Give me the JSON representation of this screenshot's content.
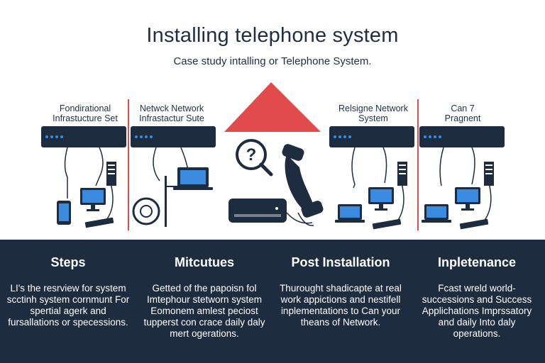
{
  "header": {
    "title": "Installing telephone system",
    "subtitle": "Case study intalling or Telephone System."
  },
  "diagram": {
    "labels": [
      "Fondirational\nInfrastucture Set",
      "Netwck Network\nInfrastactur Sute",
      "Relsigne Network\nSystem",
      "Can 7\nPragnent"
    ],
    "icons": [
      "server-icon",
      "laptop-icon",
      "monitor-icon",
      "phone-icon",
      "router-icon",
      "magnifier-question-icon",
      "telephone-handset-icon",
      "warning-triangle-icon",
      "dial-icon",
      "keyboard-icon"
    ],
    "colors": {
      "accent": "#e24b4b",
      "navy": "#1e2c40",
      "dot": "#3a8be0"
    }
  },
  "sections": [
    {
      "heading": "Steps",
      "text": "LI's the resrview for system scctinh system cornmunt For spertial agerk and fursallations or specessions."
    },
    {
      "heading": "Mitcutues",
      "text": "Getted of the papoisn fol Imtephour stetworn system Eomonem amlest peciost tupperst con crace daily daly mert ogerations."
    },
    {
      "heading": "Post Installation",
      "text": "Thurought shadicapte at real work appictions and nestifell inplementations to Can your theans of Network."
    },
    {
      "heading": "Inpletenance",
      "text": "Fcast wreld world-successions and Success Applichations Imprssatory and daily Into daly operations."
    }
  ]
}
